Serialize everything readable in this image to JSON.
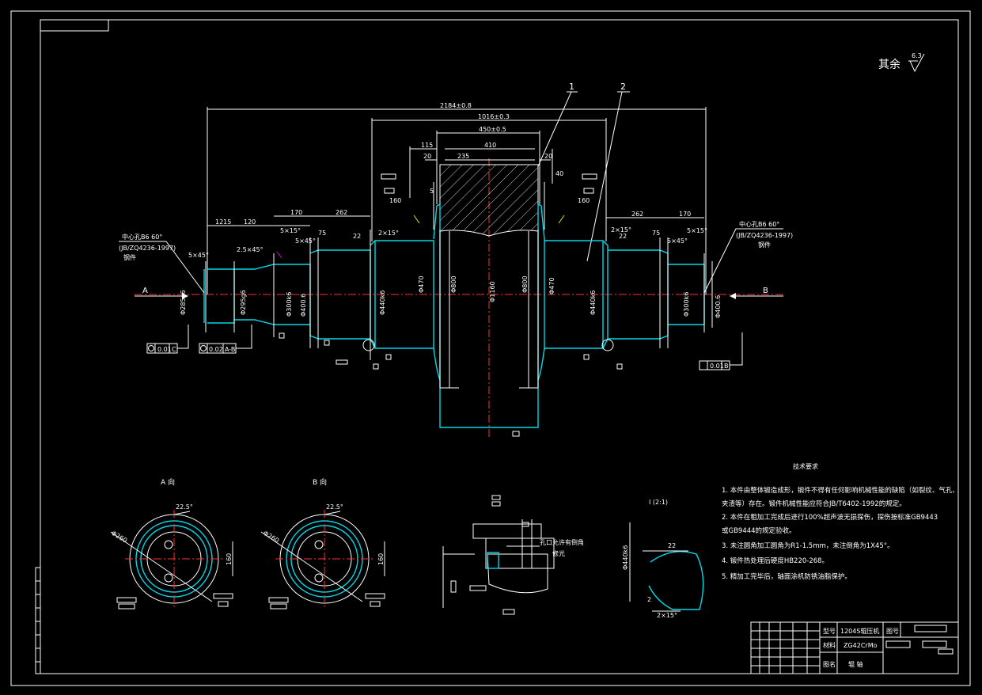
{
  "surface_finish": {
    "label": "其余",
    "value": "6.3"
  },
  "balloons": {
    "one": "1",
    "two": "2"
  },
  "dims_top": {
    "overall": "2184±0.8",
    "d1016": "1016±0.3",
    "d450": "450±0.5",
    "d410": "410",
    "d115": "115",
    "d20a": "20",
    "d235": "235",
    "d20b": "20",
    "d40": "40",
    "d5": "5",
    "d160a": "160",
    "d160b": "160"
  },
  "dims_mid": {
    "d1215": "1215",
    "d120": "120",
    "d170a": "170",
    "d262a": "262",
    "d75a": "75",
    "d22a": "22",
    "d262b": "262",
    "d170b": "170",
    "d75b": "75",
    "d22b": "22",
    "ch5x15a": "5×15°",
    "ch5x45a": "5×45°",
    "ch2x15a": "2×15°",
    "ch2x15b": "2×15°",
    "ch5x15b": "5×15°",
    "ch5x45b": "5×45°",
    "ch5x45c": "5×45°",
    "ch25x45": "2.5×45°"
  },
  "center_hole_left": {
    "title": "中心孔B6 60°",
    "std": "(JB/ZQ4236-1997)",
    "note": "钢件"
  },
  "center_hole_right": {
    "title": "中心孔B6 60°",
    "std": "(JB/ZQ4236-1997)",
    "note": "钢件"
  },
  "view_letters": {
    "a": "A",
    "b": "B"
  },
  "diameters": {
    "left1": "Φ285g6",
    "left2": "Φ295g6",
    "left3": "Φ300k6",
    "left4": "Φ400.6",
    "left5": "Φ440k6",
    "left6": "Φ470",
    "mid1": "Φ800",
    "mid2": "Φ1160",
    "mid3": "Φ800",
    "right1": "Φ470",
    "right2": "Φ440k6",
    "right3": "Φ300k6",
    "right4": "Φ400.6"
  },
  "tolerance_frames": {
    "f1_val": "0.01",
    "f1_ref": "C",
    "f2_val": "0.02",
    "f2_ref": "A-B",
    "f3_val": "0.01",
    "f3_ref": "B"
  },
  "views": {
    "a_title": "A 向",
    "b_title": "B 向",
    "a_angle": "22.5°",
    "b_angle": "22.5°",
    "a_pcd": "Φ260",
    "b_pcd": "Φ260",
    "a_dim": "160",
    "b_dim": "160"
  },
  "detail1": {
    "note1": "孔口允许有倒角",
    "note2": "修光"
  },
  "detail2": {
    "title": "I (2:1)",
    "dim22": "22",
    "ch": "2×15°",
    "dim2": "2",
    "vert": "Φ440k6"
  },
  "tech_req": {
    "title": "技术要求",
    "items": [
      "1. 本件由整体锻造成形，锻件不得有任何影响机械性能的缺陷（如裂纹、气孔、",
      "   夹渣等）存在。锻件机械性能应符合JB/T6402-1992的规定。",
      "2. 本件在粗加工完成后进行100%超声波无损探伤，探伤按标准GB9443",
      "   或GB9444的规定验收。",
      "3. 未注圆角加工圆角为R1-1.5mm，未注倒角为1X45°。",
      "4. 锻件热处理后硬度HB220-268。",
      "5. 精加工完毕后，轴面涂机防锈油脂保护。"
    ]
  },
  "title_block": {
    "model_label": "型号",
    "model_value": "1204S辊压机",
    "drawing_label": "图号",
    "material_label": "材料",
    "material_value": "ZG42CrMo",
    "name_label": "图名",
    "name_value": "辊 轴"
  }
}
